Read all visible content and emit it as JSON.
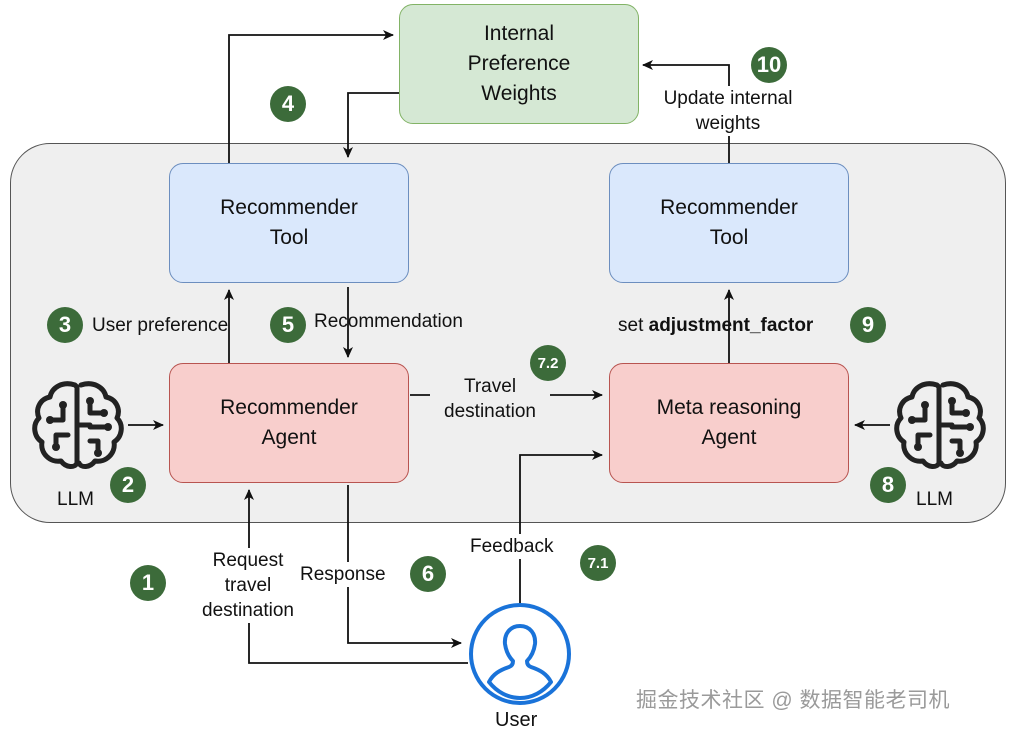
{
  "nodes": {
    "preference_weights": "Internal\nPreference\nWeights",
    "recommender_tool_left": "Recommender\nTool",
    "recommender_tool_right": "Recommender\nTool",
    "recommender_agent": "Recommender\nAgent",
    "meta_agent": "Meta reasoning\nAgent",
    "user": "User"
  },
  "labels": {
    "user_preference": "User preference",
    "recommendation": "Recommendation",
    "travel_destination": "Travel\ndestination",
    "set_prefix": "set ",
    "set_factor": "adjustment_factor",
    "update_weights": "Update internal\nweights",
    "request": "Request\ntravel\ndestination",
    "response": "Response",
    "feedback": "Feedback",
    "llm_left": "LLM",
    "llm_right": "LLM"
  },
  "steps": {
    "s1": "1",
    "s2": "2",
    "s3": "3",
    "s4": "4",
    "s5": "5",
    "s6": "6",
    "s7_1": "7.1",
    "s7_2": "7.2",
    "s8": "8",
    "s9": "9",
    "s10": "10"
  },
  "colors": {
    "step_badge": "#3c6b3a",
    "user_icon": "#1a73d9",
    "green_fill": "#d5e8d4",
    "blue_fill": "#dae8fc",
    "red_fill": "#f8cecc"
  },
  "icons": [
    "llm-brain-circuit-icon",
    "user-icon"
  ],
  "watermark": "掘金技术社区 @ 数据智能老司机"
}
